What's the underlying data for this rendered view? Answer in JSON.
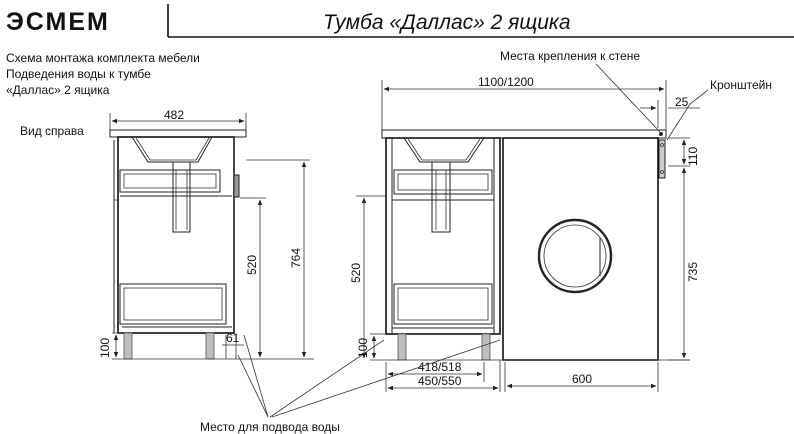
{
  "header": {
    "logo": "ЭСМЕМ",
    "title": "Тумба «Даллас» 2 ящика"
  },
  "description": {
    "line1": "Схема монтажа комплекта мебели",
    "line2": "Подведения воды к тумбе",
    "line3": "«Даллас» 2 ящика"
  },
  "labels": {
    "side_view": "Вид справа",
    "wall_mounts": "Места крепления к стене",
    "bracket": "Кронштейн",
    "water_supply": "Место для подвода воды"
  },
  "dimensions": {
    "side_width": "482",
    "side_height_520": "520",
    "side_height_764": "764",
    "side_leg_100": "100",
    "side_61": "61",
    "front_total_width": "1100/1200",
    "front_25": "25",
    "front_110": "110",
    "front_735": "735",
    "front_height_520": "520",
    "front_leg_100": "100",
    "front_418_518": "418/518",
    "front_450_550": "450/550",
    "front_600": "600"
  },
  "colors": {
    "line": "#222222",
    "grey_fill": "#bdbdbd"
  }
}
